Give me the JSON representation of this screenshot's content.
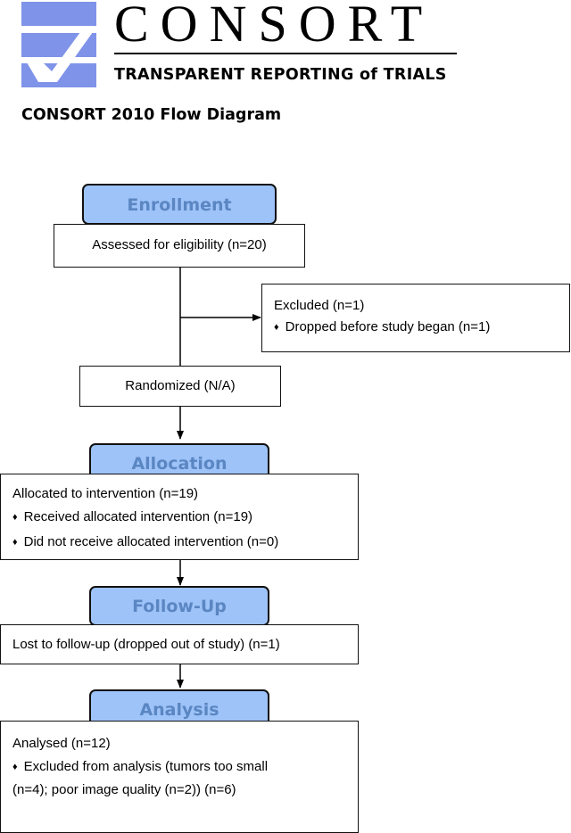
{
  "header": {
    "brand_name": "CONSORT",
    "tagline": "TRANSPARENT REPORTING of TRIALS",
    "diagram_title": "CONSORT 2010 Flow Diagram",
    "logo_color": "#7f93e8"
  },
  "stages": {
    "enrollment": "Enrollment",
    "allocation": "Allocation",
    "follow_up": "Follow-Up",
    "analysis": "Analysis"
  },
  "enrollment": {
    "assessed": "Assessed for eligibility (n=20)",
    "excluded": {
      "title": "Excluded (n=1)",
      "items": [
        "Dropped before study began (n=1)"
      ]
    },
    "randomized": "Randomized (N/A)"
  },
  "allocation": {
    "title": "Allocated to intervention (n=19)",
    "items": [
      "Received allocated intervention (n=19)",
      "Did not receive allocated intervention (n=0)"
    ]
  },
  "follow_up": {
    "lost": "Lost to follow-up (dropped out of study) (n=1)"
  },
  "analysis": {
    "title": "Analysed (n=12)",
    "items": [
      "Excluded from analysis (tumors too small",
      "(n=4); poor image quality (n=2)) (n=6)"
    ]
  },
  "bullet_glyph": "♦",
  "colors": {
    "stage_fill": "#9ec3f8",
    "stage_text": "#5a86c2",
    "border": "#111111"
  }
}
